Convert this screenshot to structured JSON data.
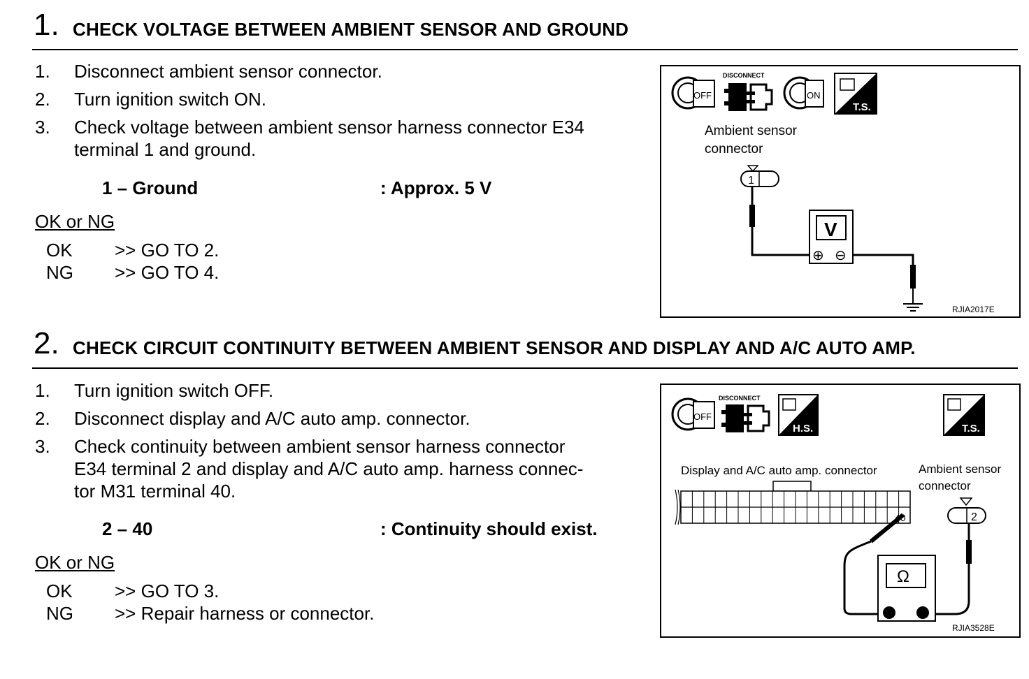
{
  "section1": {
    "number": "1.",
    "title": "CHECK VOLTAGE BETWEEN AMBIENT SENSOR AND GROUND",
    "steps": [
      {
        "n": "1.",
        "text": "Disconnect ambient sensor connector."
      },
      {
        "n": "2.",
        "text": "Turn ignition switch ON."
      },
      {
        "n": "3.",
        "line1": "Check voltage between ambient sensor harness connector E34",
        "line2": "terminal 1 and ground."
      }
    ],
    "spec": {
      "label": "1 – Ground",
      "value": ": Approx. 5 V"
    },
    "okng_label": "OK or NG",
    "results": [
      {
        "key": "OK",
        "action": ">> GO TO 2."
      },
      {
        "key": "NG",
        "action": ">> GO TO 4."
      }
    ],
    "figure": {
      "icons": {
        "off": "OFF",
        "disconnect": "DISCONNECT",
        "on": "ON",
        "ts": "T.S."
      },
      "connector_label_line1": "Ambient sensor",
      "connector_label_line2": "connector",
      "terminal": "1",
      "meter": "V",
      "plus": "⊕",
      "minus": "⊖",
      "code": "RJIA2017E"
    }
  },
  "section2": {
    "number": "2.",
    "title": "CHECK CIRCUIT CONTINUITY BETWEEN AMBIENT SENSOR AND DISPLAY AND A/C AUTO AMP.",
    "steps": [
      {
        "n": "1.",
        "text": "Turn ignition switch OFF."
      },
      {
        "n": "2.",
        "text": "Disconnect display and A/C auto amp. connector."
      },
      {
        "n": "3.",
        "line1": "Check continuity between ambient sensor harness connector",
        "line2": "E34 terminal 2 and display and A/C auto amp. harness connec-",
        "line3": "tor M31 terminal 40."
      }
    ],
    "spec": {
      "label": "2 – 40",
      "value": ": Continuity should exist."
    },
    "okng_label": "OK or NG",
    "results": [
      {
        "key": "OK",
        "action": ">> GO TO 3."
      },
      {
        "key": "NG",
        "action": ">> Repair harness or connector."
      }
    ],
    "figure": {
      "icons": {
        "off": "OFF",
        "disconnect": "DISCONNECT",
        "hs": "H.S.",
        "ts": "T.S."
      },
      "amp_label": "Display and A/C auto amp. connector",
      "sensor_label_line1": "Ambient sensor",
      "sensor_label_line2": "connector",
      "amp_terminal": "40",
      "sensor_terminal": "2",
      "meter": "Ω",
      "code": "RJIA3528E"
    }
  }
}
